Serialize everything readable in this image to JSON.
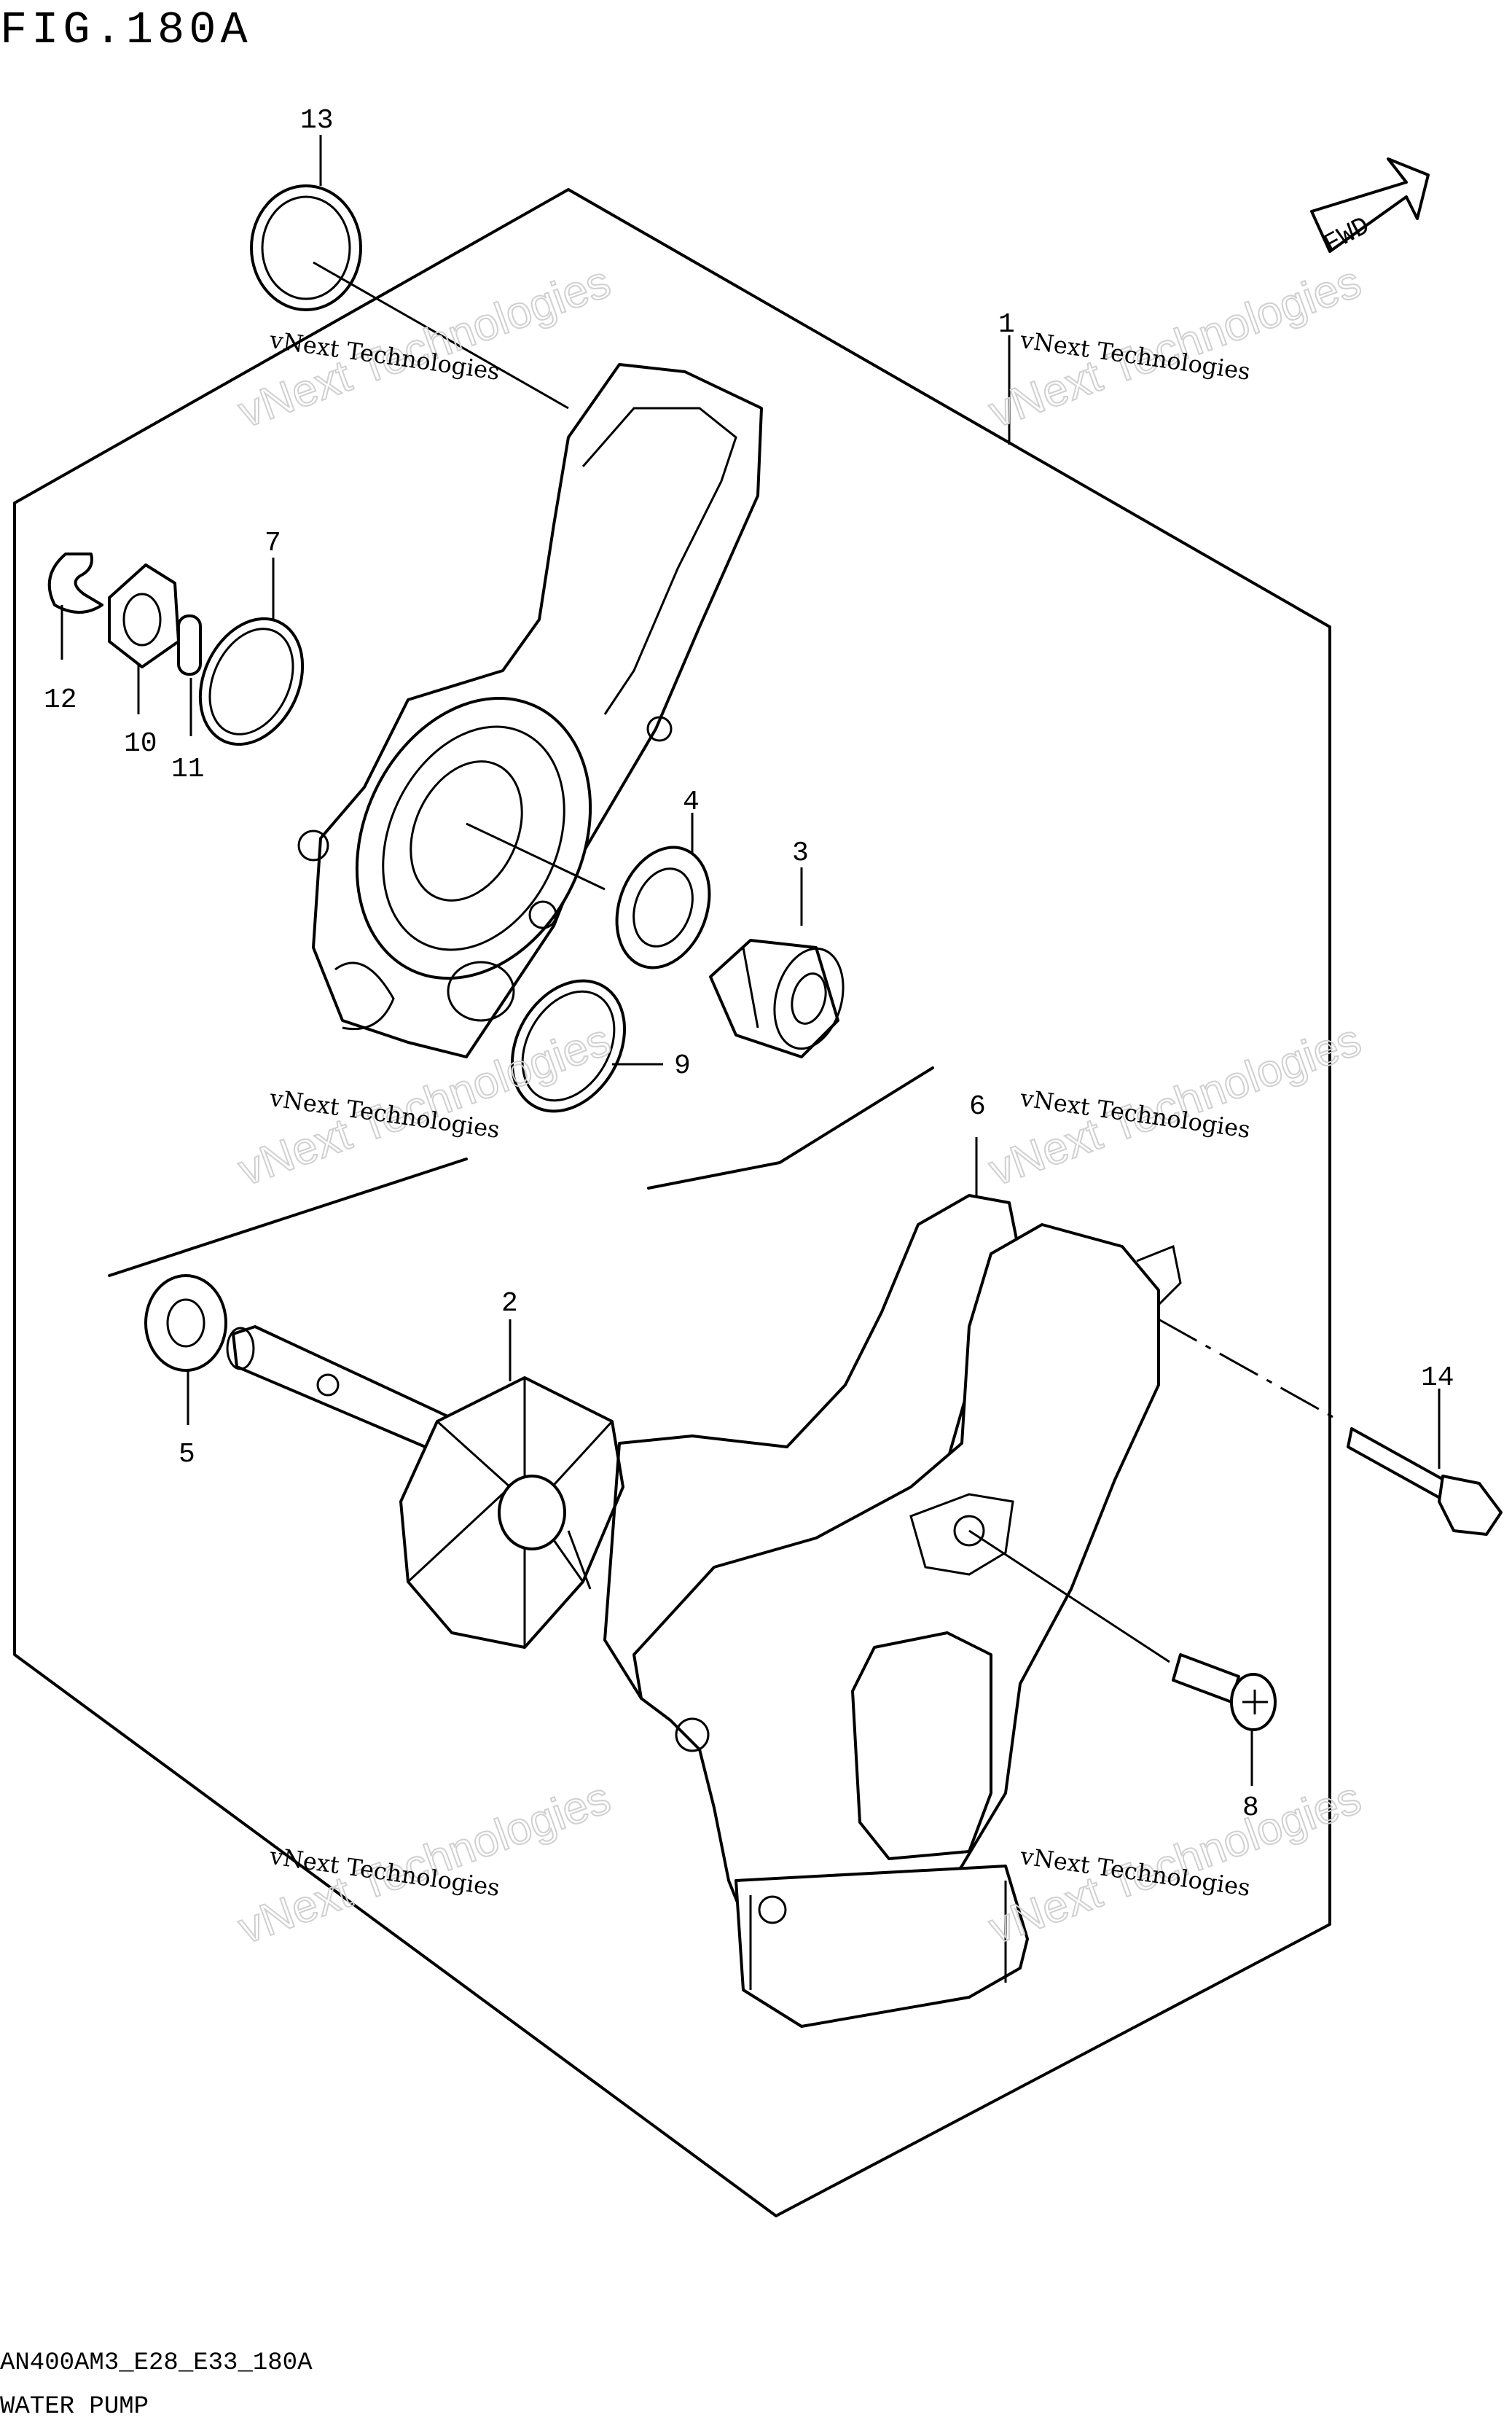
{
  "figure": {
    "title": "FIG.180A",
    "code": "AN400AM3_E28_E33_180A",
    "name": "WATER PUMP",
    "fwd_label": "FWD"
  },
  "watermark": {
    "line1": "vNext Technologies",
    "line2": "vNext Technologies"
  },
  "callouts": [
    "1",
    "2",
    "3",
    "4",
    "5",
    "6",
    "7",
    "8",
    "9",
    "10",
    "11",
    "12",
    "13",
    "14"
  ]
}
